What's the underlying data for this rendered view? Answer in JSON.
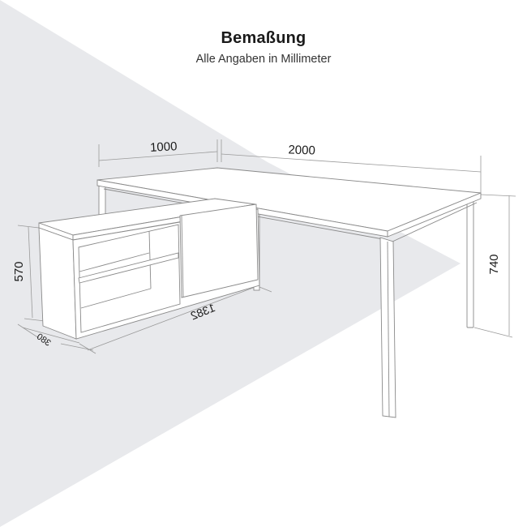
{
  "header": {
    "title": "Bemaßung",
    "subtitle": "Alle Angaben in Millimeter"
  },
  "dimensions": {
    "desk_return_width": "1000",
    "desk_width": "2000",
    "desk_height": "740",
    "sideboard_height": "570",
    "sideboard_length": "1382",
    "sideboard_depth": "380"
  },
  "colors": {
    "background": "#ffffff",
    "floor_shade": "#e8e9ec",
    "line": "#8a8a8a",
    "dim_line": "#9a9a9a",
    "text": "#1a1a1a"
  }
}
